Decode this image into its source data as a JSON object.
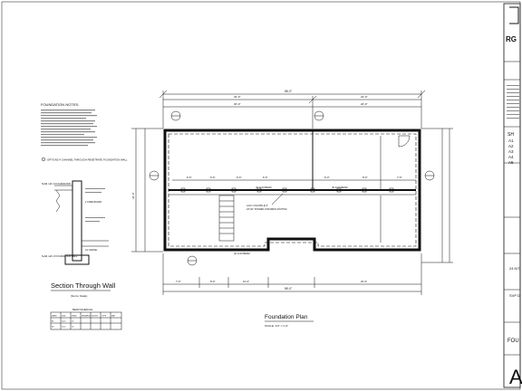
{
  "notes": {
    "title": "FOUNDATION NOTES:",
    "footnote": "OPTIONS 4 CHANNEL THROUGH PENETRATE FOUNDATION WALL"
  },
  "section": {
    "title": "Section Through Wall",
    "subtitle": "(Not to Scale)",
    "labels": [
      "SLAB, LEV. AT FOUNDATION",
      "2 CORE BOARD",
      "1/2 GRAVEL",
      "SLAB, LEV. AT FOUNDATION WALL"
    ]
  },
  "plan": {
    "title": "Foundation Plan",
    "scale": "SCALE: 1/4\" = 1'-0\"",
    "overall_top": "56'-0\"",
    "overall_bottom": "56'-0\"",
    "dim_top_left": "34'-0\"",
    "dim_top_right": "22'-0\"",
    "dim_top_sub_left": "30'-0\"",
    "dim_top_sub_right": "20'-0\"",
    "dim_left_overall": "34'-0\"",
    "dim_bottom_left": "7'-0\"",
    "dim_bottom_mid1": "8'-0\"",
    "dim_bottom_mid2": "10'-0\"",
    "dim_bottom_right": "20'-0\"",
    "beam1": "(3) 2x10 BEAM",
    "beam2": "(3) 2x10 BEAM",
    "beam3": "(3) 2x10 BEAM",
    "column_note": "LALLY COLUMN @ 8'",
    "column_note2": "24\"x24\" POURED CONCRETE FOOTING",
    "spans": [
      "6'-6\"",
      "6'-6\"",
      "6'-6\"",
      "6'-6\"",
      "6'-0\"",
      "8'-0\"",
      "7'-6\""
    ]
  },
  "schedule": {
    "title": "BEAM SCHEDULE",
    "headers": [
      "MARK",
      "SIZE",
      "SPAN",
      "REMARKS",
      "NOTES",
      "TYPE",
      "MAT"
    ],
    "rows": [
      [
        "B1",
        "2x10",
        "12'",
        "..",
        "..",
        "..",
        ".."
      ],
      [
        "B2",
        "2x10",
        "10'",
        "..",
        "..",
        "..",
        ".."
      ]
    ]
  },
  "title_block": {
    "logo": "RG",
    "sheet_list_label": "SH",
    "sheets": [
      "A1",
      "A2",
      "A3",
      "A4",
      "A5"
    ],
    "project_line": "24 KIT",
    "address_line": "SVP D",
    "sheet_title": "FOU",
    "sheet_number": "A"
  }
}
